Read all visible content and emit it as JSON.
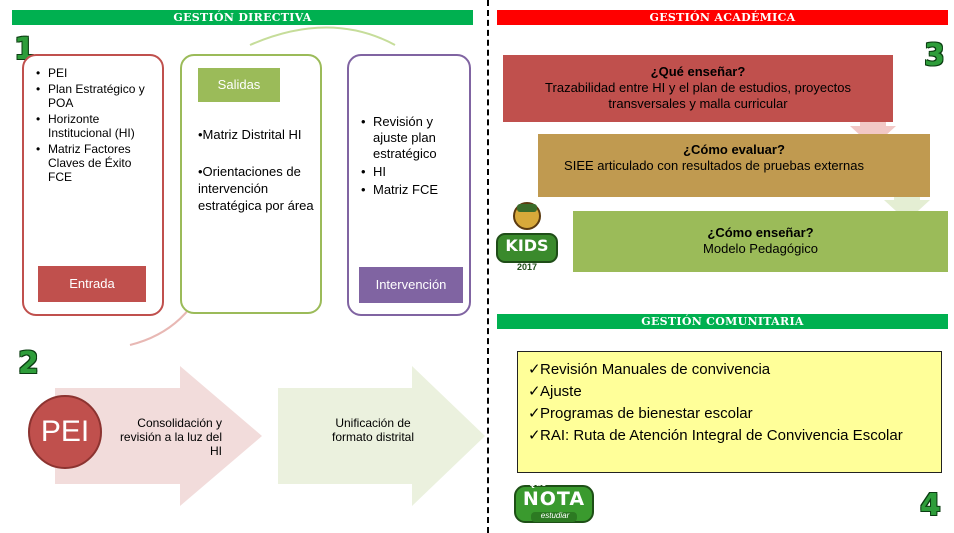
{
  "directiva": {
    "banner": "GESTIÓN DIRECTIVA",
    "num1": "1",
    "num2": "2",
    "entrada": {
      "items": [
        "PEI",
        "Plan Estratégico y POA",
        "Horizonte Institucional (HI)",
        "Matriz Factores Claves de Éxito FCE"
      ],
      "label": "Entrada"
    },
    "salidas": {
      "label": "Salidas",
      "items": [
        "•Matriz Distrital HI",
        "•Orientaciones de intervención estratégica por área"
      ]
    },
    "intervencion": {
      "items": [
        "Revisión y ajuste plan estratégico",
        "HI",
        "Matriz FCE"
      ],
      "label": "Intervención"
    },
    "pei_circle": "PEI",
    "arrow1_text": "Consolidación y revisión  a la luz del HI",
    "arrow2_text": "Unificación de formato distrital"
  },
  "academica": {
    "banner": "GESTIÓN ACADÉMICA",
    "num": "3",
    "boxes": [
      {
        "title": "¿Qué enseñar?",
        "body": "Trazabilidad entre HI y el plan de estudios, proyectos transversales y malla curricular"
      },
      {
        "title": "¿Cómo evaluar?",
        "body": "SIEE articulado con resultados de pruebas externas"
      },
      {
        "title": "¿Cómo enseñar?",
        "body": "Modelo Pedagógico"
      }
    ],
    "kids_logo": "KIDS",
    "kids_year": "2017"
  },
  "comunitaria": {
    "banner": "GESTIÓN COMUNITARIA",
    "num": "4",
    "items": [
      "Revisión Manuales de convivencia",
      "Ajuste",
      "Programas de bienestar escolar",
      "RAI: Ruta de Atención Integral de Convivencia Escolar"
    ],
    "logo_top": "Qué",
    "logo_main": "NOTA",
    "logo_sub": "estudiar"
  },
  "colors": {
    "green_banner": "#00b050",
    "red_banner": "#ff0000",
    "entrada_red": "#c0504d",
    "salidas_green": "#9bbb59",
    "intervencion_purple": "#8064a2",
    "acad_red": "#c0504d",
    "acad_gold": "#c09a50",
    "acad_green": "#9bbb59",
    "comm_yellow": "#ffff99"
  }
}
